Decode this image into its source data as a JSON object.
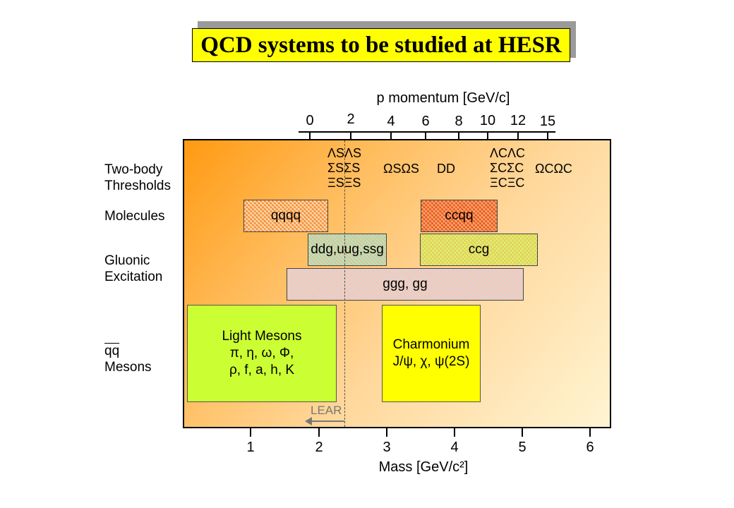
{
  "title": "QCD systems to be studied at HESR",
  "top_axis": {
    "label": "p momentum [GeV/c]",
    "ticks": [
      "0",
      "2",
      "4",
      "6",
      "8",
      "10",
      "12",
      "15"
    ]
  },
  "bottom_axis": {
    "label": "Mass [GeV/c²]",
    "ticks": [
      "1",
      "2",
      "3",
      "4",
      "5",
      "6"
    ]
  },
  "rows": {
    "two_body": [
      "Two-body",
      "Thresholds"
    ],
    "molecules": [
      "Molecules"
    ],
    "gluonic": [
      "Gluonic",
      "Excitation"
    ],
    "qq": [
      "qq",
      "Mesons"
    ]
  },
  "thresholds": {
    "group1": [
      "ΛSΛS",
      "ΣSΣS",
      "ΞSΞS"
    ],
    "omega_s": "ΩSΩS",
    "dd": "DD",
    "group2": [
      "ΛCΛC",
      "ΣCΣC",
      "ΞCΞC"
    ],
    "omega_c": "ΩCΩC"
  },
  "boxes": {
    "molecule_light": "qqqq",
    "molecule_charm": "ccqq",
    "gluonic_light": "ddg,uug,ssg",
    "gluonic_charm": "ccg",
    "glueball": "ggg, gg",
    "light_mesons": [
      "Light Mesons",
      "π, η, ω, Φ,",
      "ρ, f, a, h, K"
    ],
    "charmonium": [
      "Charmonium",
      "J/ψ, χ, ψ(2S)"
    ]
  },
  "lear": "LEAR",
  "colors": {
    "title_bg": "#ffff00",
    "light_mesons": "#ccff33",
    "charmonium": "#ffff00",
    "gradient_start": "#ff9a12",
    "gradient_end": "#fff4d2"
  }
}
